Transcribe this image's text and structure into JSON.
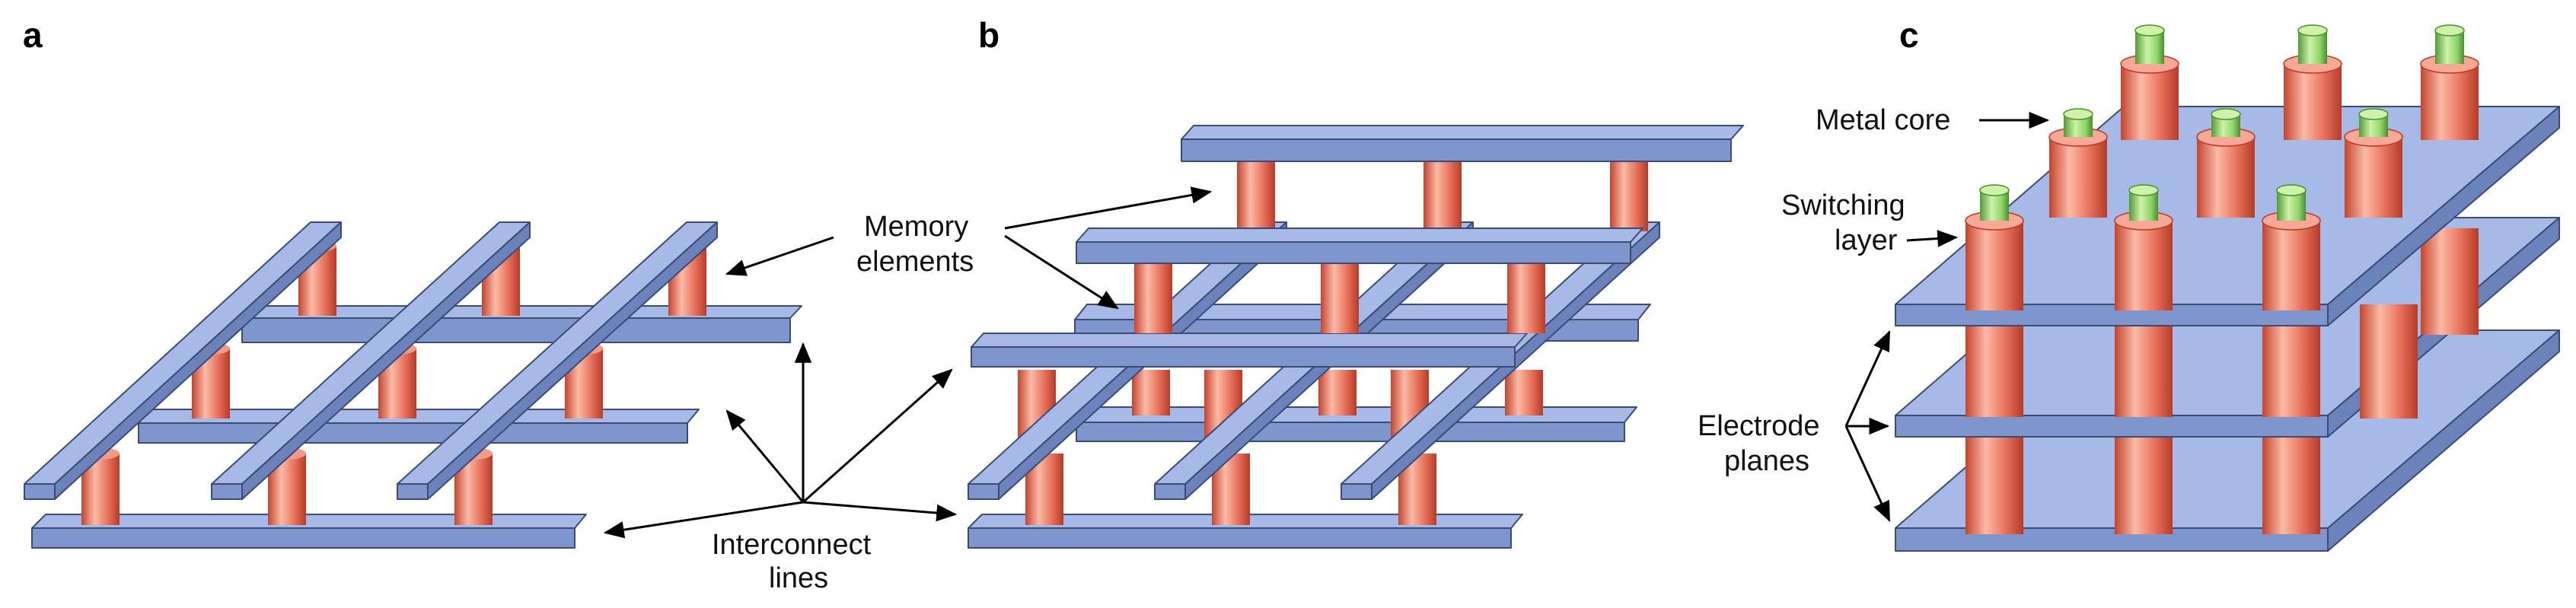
{
  "panels": {
    "a": "a",
    "b": "b",
    "c": "c"
  },
  "labels": {
    "memory_elements_line1": "Memory",
    "memory_elements_line2": "elements",
    "interconnect_line1": "Interconnect",
    "interconnect_line2": "lines",
    "metal_core": "Metal core",
    "switching_line1": "Switching",
    "switching_line2": "layer",
    "electrode_line1": "Electrode",
    "electrode_line2": "planes"
  },
  "colors": {
    "electrode": "#a7b9e6",
    "electrode_edge": "#3a4c74",
    "pillar": "#e8705a",
    "pillar_light": "#fbbaa6",
    "metal_core": "#8fd66a",
    "arrow": "#000000"
  }
}
